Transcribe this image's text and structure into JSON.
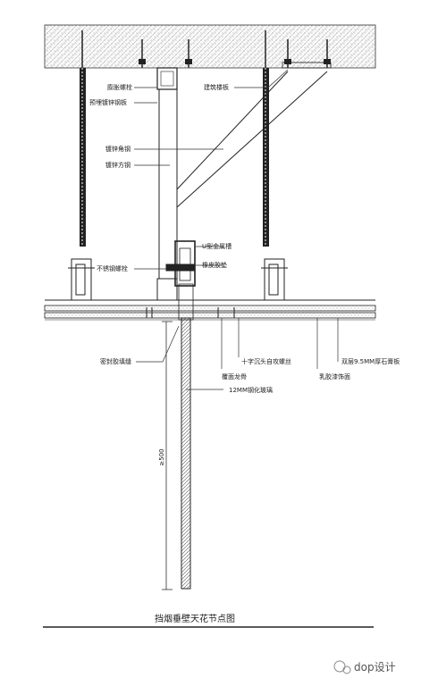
{
  "drawing": {
    "title": "挡烟垂壁天花节点图",
    "dimension_text": "≥500",
    "watermark": "dop设计",
    "labels": {
      "expansion_bolt": "膨胀螺栓",
      "embedded_steel_plate": "预埋镀锌钢板",
      "building_floor": "建筑楼板",
      "galvanized_angle": "镀锌角钢",
      "galvanized_square_steel": "镀锌方钢",
      "u_channel": "U型金属槽",
      "stainless_bolt": "不锈钢螺栓",
      "rubber_gasket": "橡皮胶垫",
      "sealant_seam": "密封胶填缝",
      "cross_screw": "十字沉头自攻螺丝",
      "double_gypsum": "双层9.5MM厚石膏板",
      "keel": "覆面龙骨",
      "latex_finish": "乳胶漆饰面",
      "tempered_glass": "12MM钢化玻璃"
    }
  }
}
